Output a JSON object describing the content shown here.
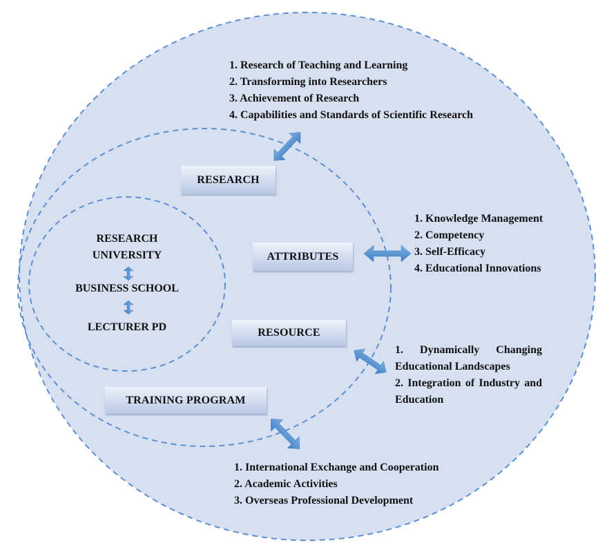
{
  "core": {
    "line1": "RESEARCH",
    "line2": "UNIVERSITY",
    "line3": "BUSINESS SCHOOL",
    "line4": "LECTURER PD"
  },
  "boxes": {
    "research": "RESEARCH",
    "attributes": "ATTRIBUTES",
    "resource": "RESOURCE",
    "training": "TRAINING PROGRAM"
  },
  "lists": {
    "research": [
      "1. Research of Teaching and Learning",
      "2. Transforming into Researchers",
      "3. Achievement of Research",
      "4. Capabilities and Standards of Scientific Research"
    ],
    "attributes": [
      "1.  Knowledge Management",
      "2. Competency",
      "3. Self-Efficacy",
      "4. Educational Innovations"
    ],
    "resource": [
      "1. Dynamically Changing Educational Landscapes",
      "2. Integration of Industry and Education"
    ],
    "training": [
      "1. International Exchange and Cooperation",
      "2. Academic Activities",
      "3. Overseas Professional Development"
    ]
  },
  "colors": {
    "outer_fill": "#d6e0f1",
    "dash_stroke": "#5b8fd0",
    "arrow_fill": "#4f8fd0",
    "box_gradient_top": "#eef2fa",
    "box_gradient_bottom": "#b8c8e6"
  },
  "icons": [
    "double-arrow-icon"
  ]
}
